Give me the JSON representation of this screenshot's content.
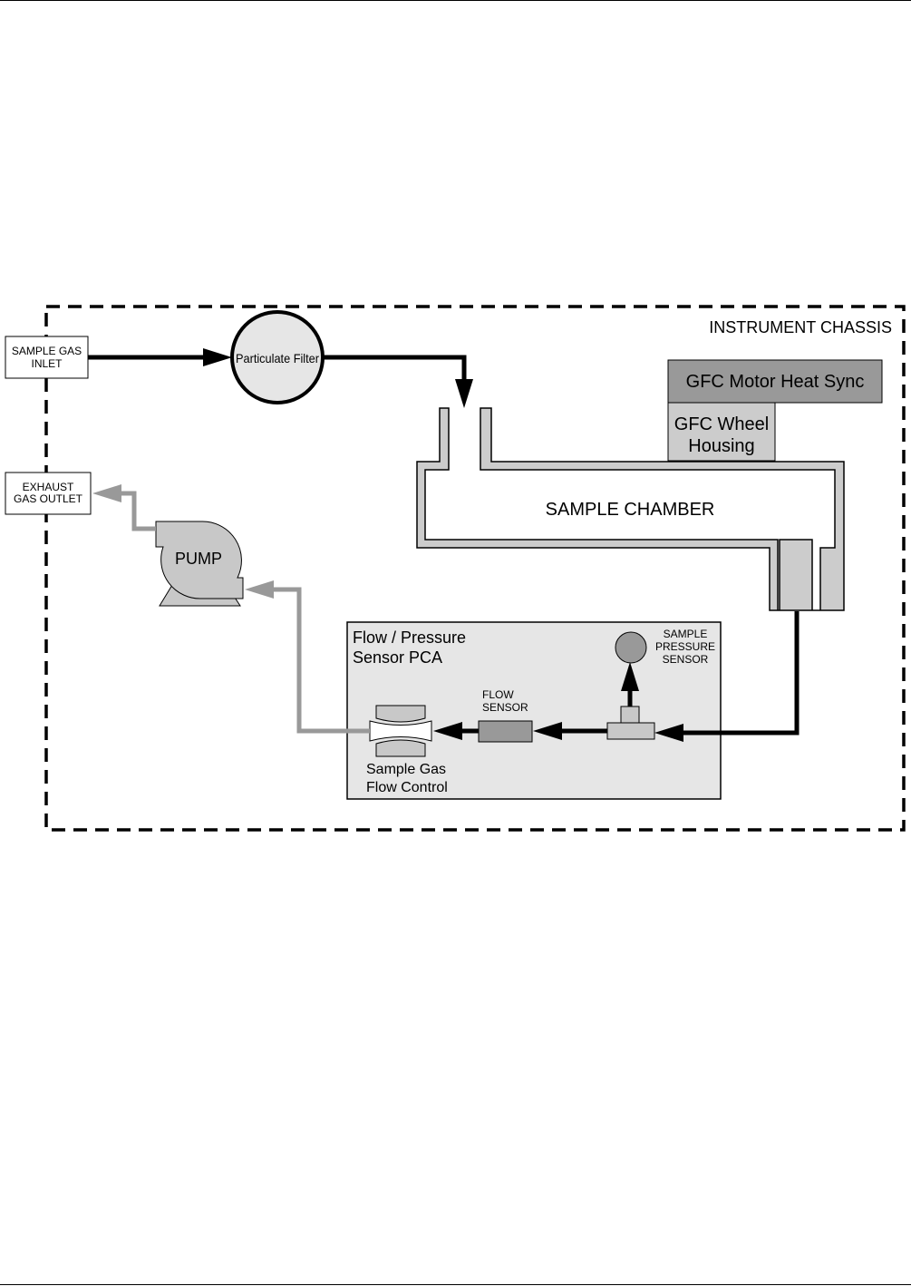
{
  "colors": {
    "sample_flow": "#000000",
    "exhaust_flow": "#999999",
    "chamber_fill": "#cccccc",
    "pca_fill": "#e6e6e6",
    "heat_sync_fill": "#999999",
    "wheel_fill": "#cccccc",
    "pump_fill": "#c8c8c8"
  },
  "diagram": {
    "chassis_label": "INSTRUMENT CHASSIS",
    "inlet": {
      "line1": "SAMPLE GAS",
      "line2": "INLET"
    },
    "outlet": {
      "line1": "EXHAUST",
      "line2": "GAS OUTLET"
    },
    "filter_label": "Particulate Filter",
    "pump_label": "PUMP",
    "heat_sync_label": "GFC Motor Heat Sync",
    "wheel": {
      "line1": "GFC Wheel",
      "line2": "Housing"
    },
    "chamber_label": "SAMPLE CHAMBER",
    "pca": {
      "line1": "Flow / Pressure",
      "line2": "Sensor PCA"
    },
    "pressure_sensor": {
      "line1": "SAMPLE",
      "line2": "PRESSURE",
      "line3": "SENSOR"
    },
    "flow_sensor": {
      "line1": "FLOW",
      "line2": "SENSOR"
    },
    "flow_control": {
      "line1": "Sample Gas",
      "line2": "Flow Control"
    }
  }
}
